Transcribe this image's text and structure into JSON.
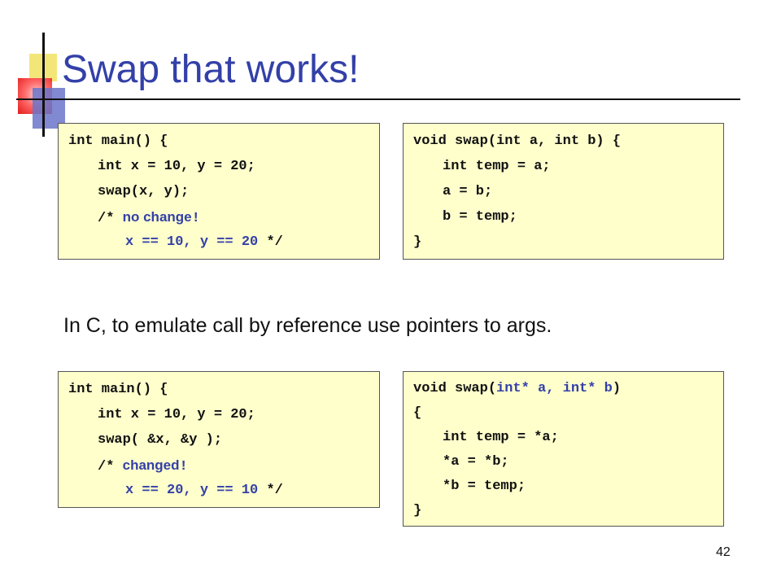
{
  "slide": {
    "title": "Swap that works!",
    "caption": "In C, to emulate call by reference use pointers to args.",
    "page_number": "42"
  },
  "box1": {
    "l1": "int main() {",
    "l2": "int x = 10, y = 20;",
    "l3": "swap(x, y);",
    "l4_open": "/* ",
    "l4_text": "no change",
    "l4_bang": "!",
    "l5_code": "x == 10, y == 20 ",
    "l5_close": "*/"
  },
  "box2": {
    "l1": "void swap(int a, int b) {",
    "l2": "int temp = a;",
    "l3": "a = b;",
    "l4": "b = temp;",
    "l5": "}"
  },
  "box3": {
    "l1": "int main() {",
    "l2": "int x = 10, y = 20;",
    "l3": "swap( &x, &y );",
    "l4_open": "/* ",
    "l4_text": "changed",
    "l4_bang": "!",
    "l5_code": "x == 20, y == 10 ",
    "l5_close": "*/"
  },
  "box4": {
    "l1_a": "void swap(",
    "l1_b": "int* a, int* b",
    "l1_c": ")",
    "l2": "{",
    "l3": "int temp = *a;",
    "l4": "*a = *b;",
    "l5": "*b = temp;",
    "l6": "}"
  },
  "colors": {
    "title_blue": "#3340a8",
    "code_background": "#ffffcc",
    "accent_red": "#e41b1b",
    "accent_yellow": "#f2e36a"
  }
}
